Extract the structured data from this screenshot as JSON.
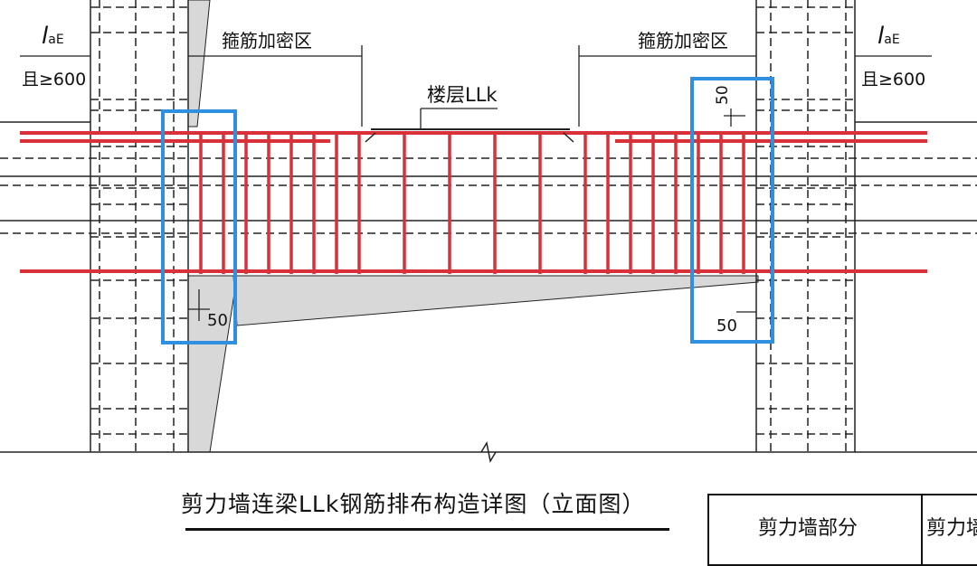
{
  "labels": {
    "lae": "l",
    "lae_sub": "aE",
    "min_length": "且≥600",
    "stirrup_zone": "箍筋加密区",
    "beam_name": "楼层LLk",
    "dim_50": "50"
  },
  "caption": {
    "title": "剪力墙连梁LLk钢筋排布构造详图（立面图）"
  },
  "table": {
    "col1": "剪力墙部分",
    "col2": "剪力墙"
  },
  "colors": {
    "rebar": "#d9313a",
    "highlight": "#2f8fe0",
    "ink": "#222222",
    "hatch": "#d8d8d8"
  }
}
